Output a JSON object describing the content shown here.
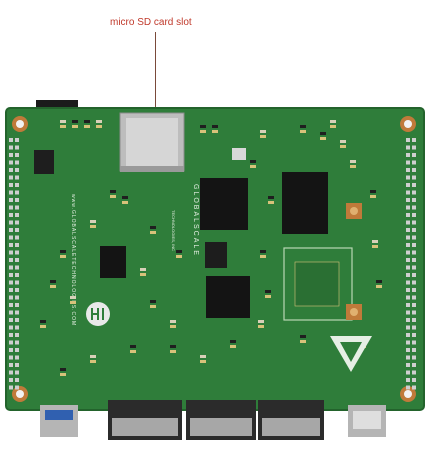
{
  "annotation": {
    "label": "micro SD card slot"
  },
  "board": {
    "silkscreen_brand": "GLOBALSCALE",
    "silkscreen_side": "www.GLOBALSCALETECHNOLOGIES.COM",
    "silkscreen_small": "TECHNOLOGIES, INC",
    "colors": {
      "pcb": "#2f7d3a",
      "pcb_dark": "#23632c",
      "chip": "#141414",
      "metal": "#c9c9c9",
      "copper": "#c07a3a",
      "pad": "#d8c27a"
    }
  }
}
